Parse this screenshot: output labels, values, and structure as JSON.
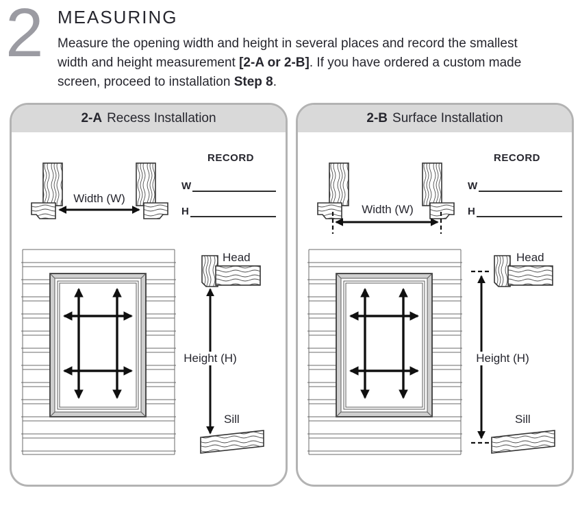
{
  "page": {
    "step_number": "2",
    "title": "MEASURING",
    "paragraph": {
      "part1": "Measure the opening width and height in several places and record the smallest width and height measurement ",
      "bold1": "[2-A or 2-B]",
      "part2": ". If you have ordered a custom made screen, proceed to installation ",
      "bold2": "Step 8",
      "part3": "."
    }
  },
  "panels": [
    {
      "code": "2-A",
      "title": "Recess Installation",
      "labels": {
        "width": "Width (W)",
        "record": "RECORD",
        "w": "W",
        "h": "H",
        "head": "Head",
        "height": "Height (H)",
        "sill": "Sill"
      }
    },
    {
      "code": "2-B",
      "title": "Surface Installation",
      "labels": {
        "width": "Width (W)",
        "record": "RECORD",
        "w": "W",
        "h": "H",
        "head": "Head",
        "height": "Height (H)",
        "sill": "Sill"
      }
    }
  ],
  "colors": {
    "ink": "#26262e",
    "step_number_gray": "#9b9ba2",
    "panel_border": "#b3b3b3",
    "panel_header_bg": "#d9d9d9",
    "diagram_line": "#101010"
  }
}
